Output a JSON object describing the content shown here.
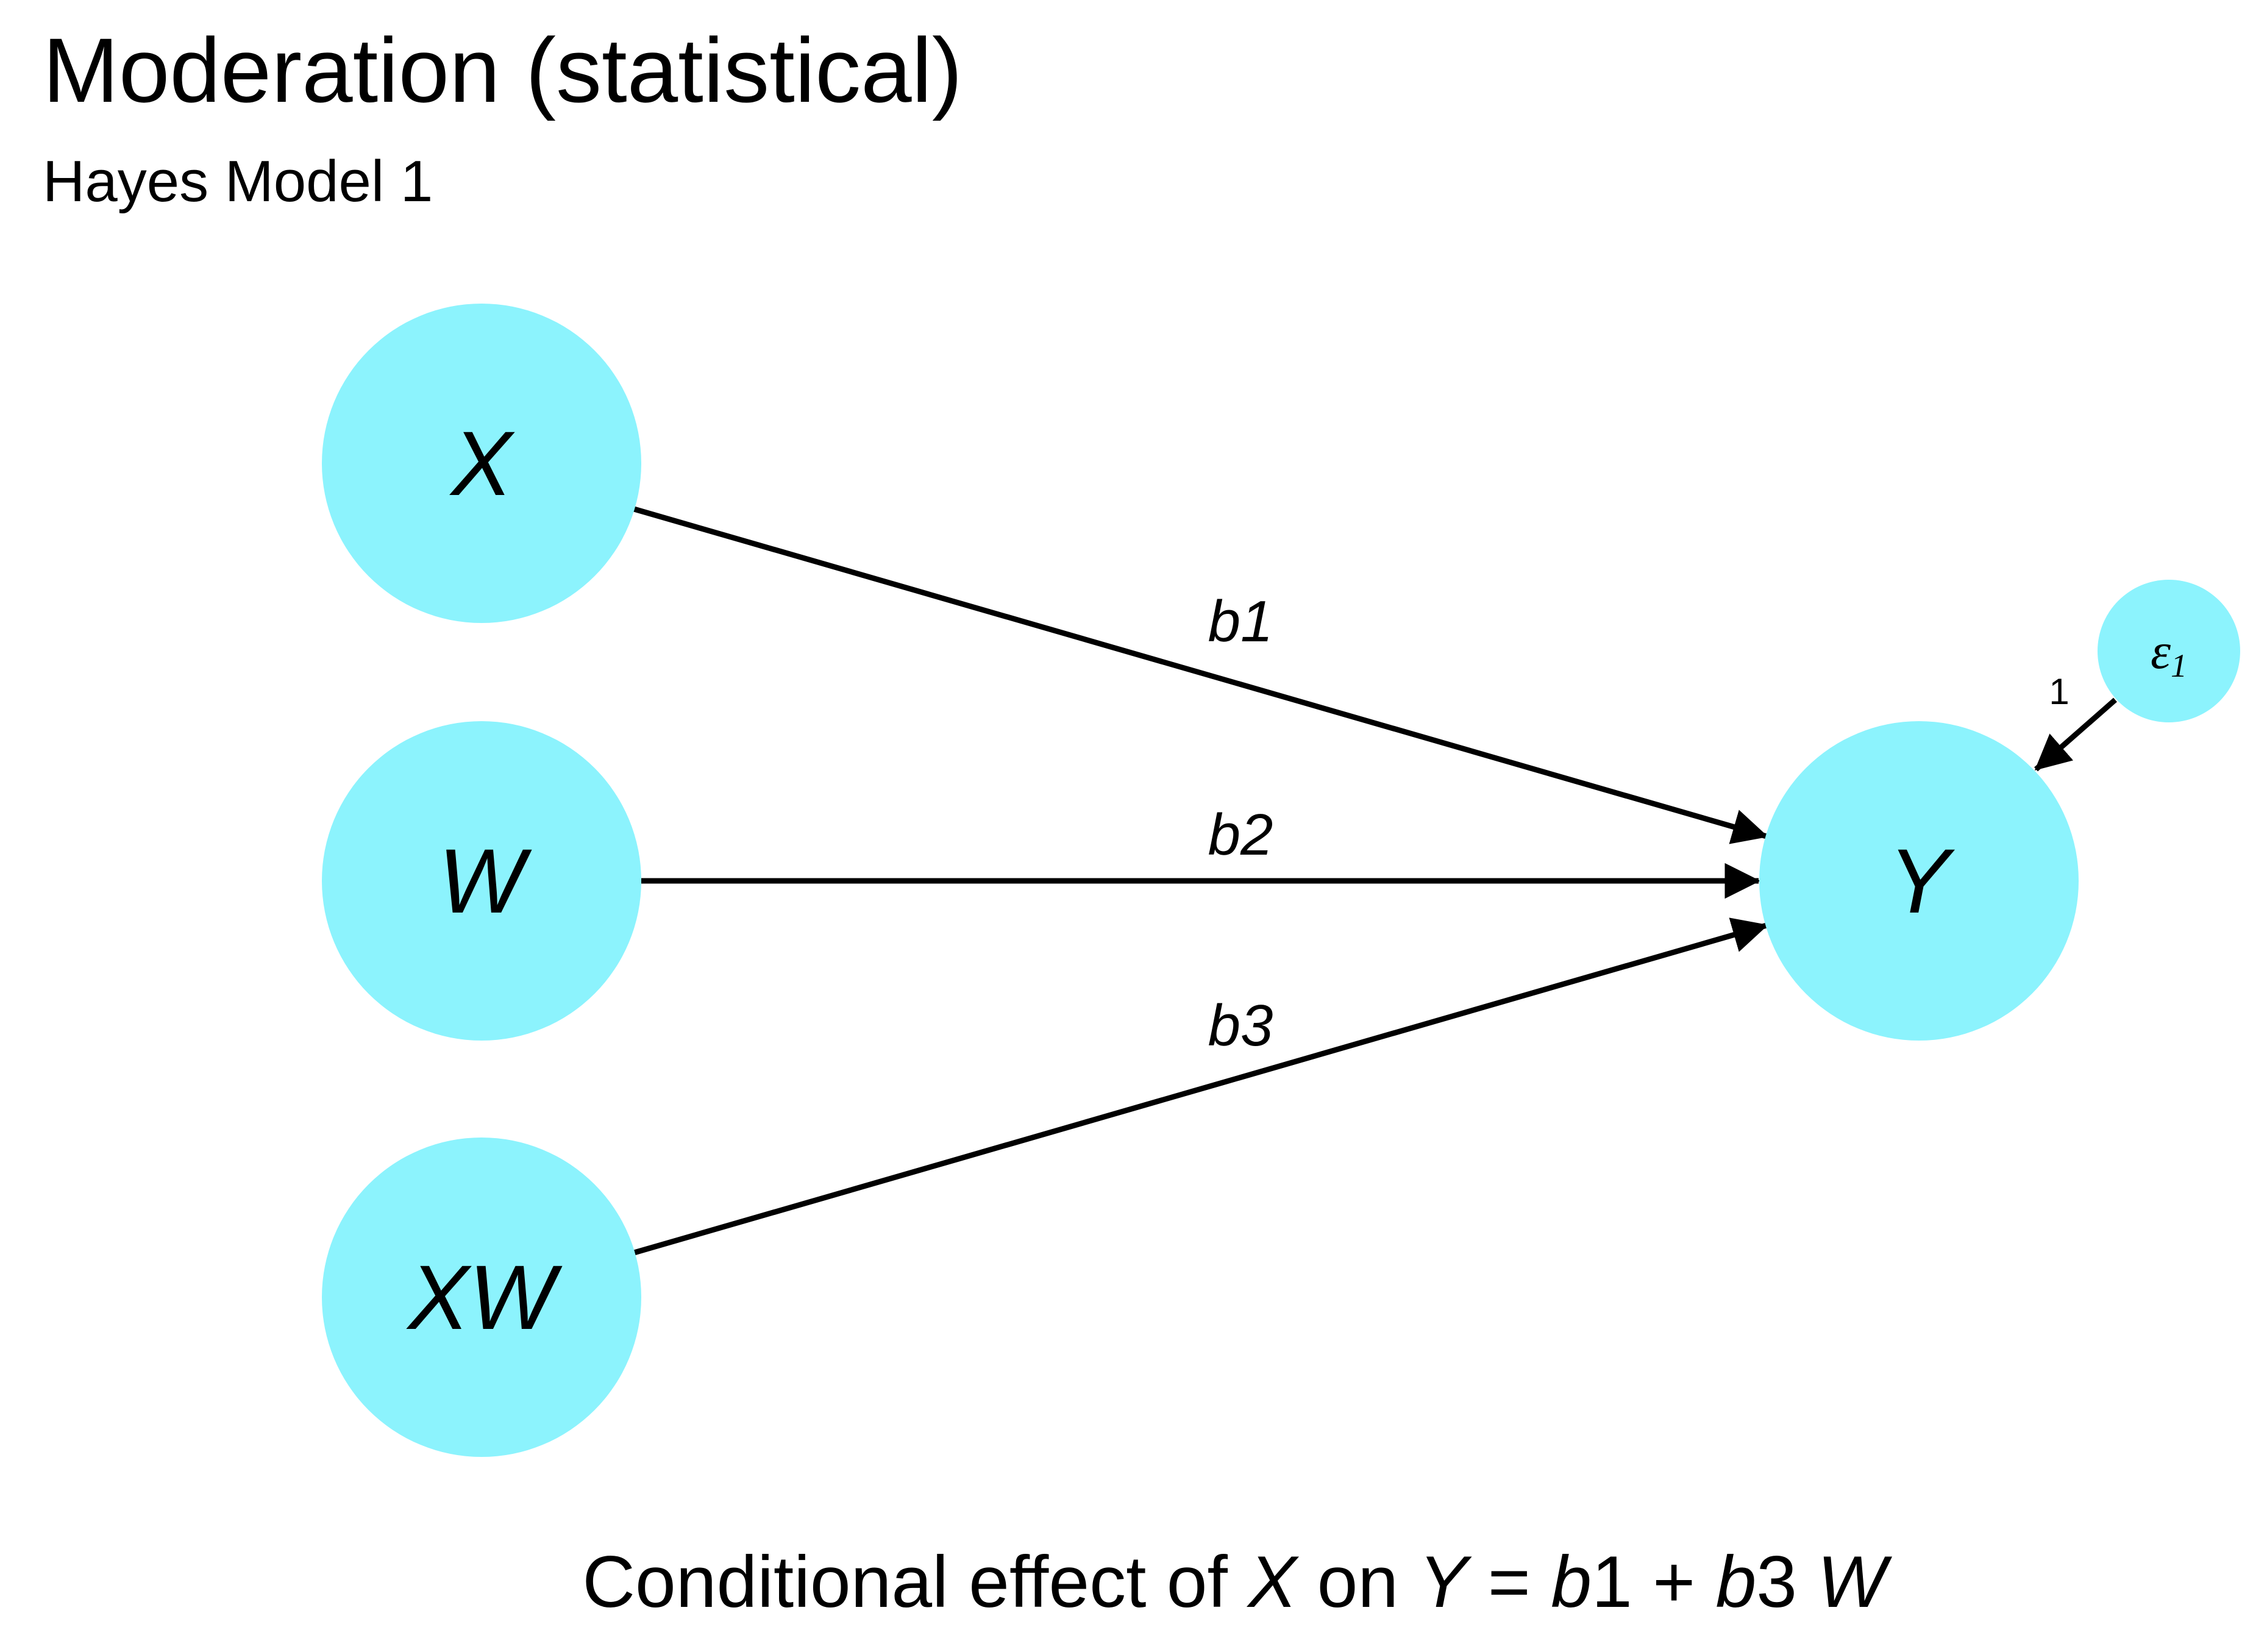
{
  "header": {
    "title": "Moderation (statistical)",
    "subtitle": "Hayes Model 1"
  },
  "colors": {
    "node_fill": "#8cf3fd",
    "edge": "#000000",
    "text": "#000000",
    "background": "#ffffff"
  },
  "diagram": {
    "nodes": {
      "x": {
        "label": "X"
      },
      "w": {
        "label": "W"
      },
      "xw": {
        "label": "XW"
      },
      "y": {
        "label": "Y"
      },
      "error": {
        "symbol": "ε",
        "subscript": "1"
      }
    },
    "paths": {
      "x_to_y": {
        "label": "b1"
      },
      "w_to_y": {
        "label": "b2"
      },
      "xw_to_y": {
        "label": "b3"
      },
      "error_to_y": {
        "label": "1"
      }
    }
  },
  "caption": {
    "prefix": "Conditional effect of ",
    "predictor": "X",
    "middle": " on ",
    "outcome": "Y",
    "equals": " = ",
    "coef1_letter": "b",
    "coef1_index": "1",
    "plus": " + ",
    "coef3_letter": "b",
    "coef3_index": "3",
    "moderator": "W"
  }
}
